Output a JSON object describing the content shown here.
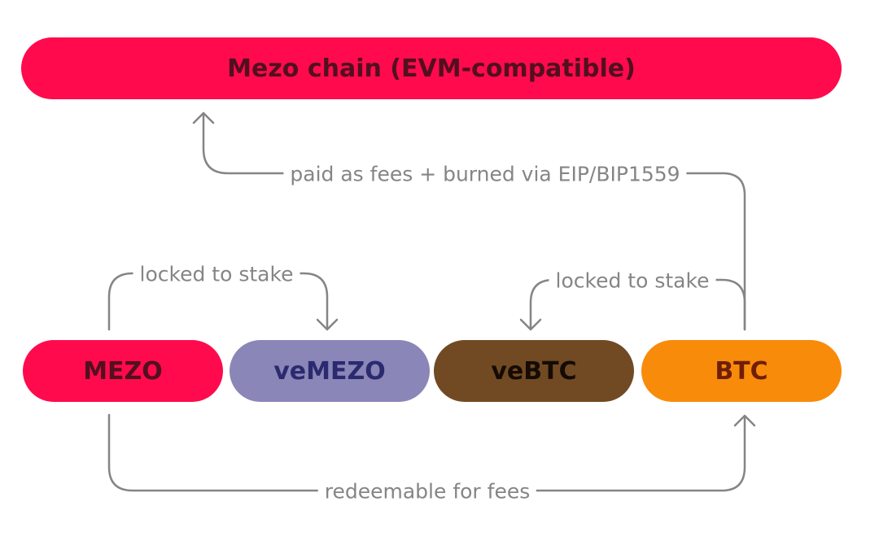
{
  "diagram": {
    "chain": {
      "label": "Mezo chain (EVM-compatible)",
      "bg": "#ff0a4d",
      "fg": "#52101f"
    },
    "tokens": [
      {
        "label": "MEZO",
        "bg": "#ff0a4d",
        "fg": "#52101f"
      },
      {
        "label": "veMEZO",
        "bg": "#8a86b8",
        "fg": "#2b2a6e"
      },
      {
        "label": "veBTC",
        "bg": "#714a23",
        "fg": "#150b04"
      },
      {
        "label": "BTC",
        "bg": "#f98b0b",
        "fg": "#6f1e06"
      }
    ],
    "flows": {
      "fees_burn": "paid as fees + burned via EIP/BIP1559",
      "lock_mezo": "locked to stake",
      "lock_btc": "locked to stake",
      "redeem": "redeemable for fees"
    },
    "connector_color": "#858585"
  }
}
